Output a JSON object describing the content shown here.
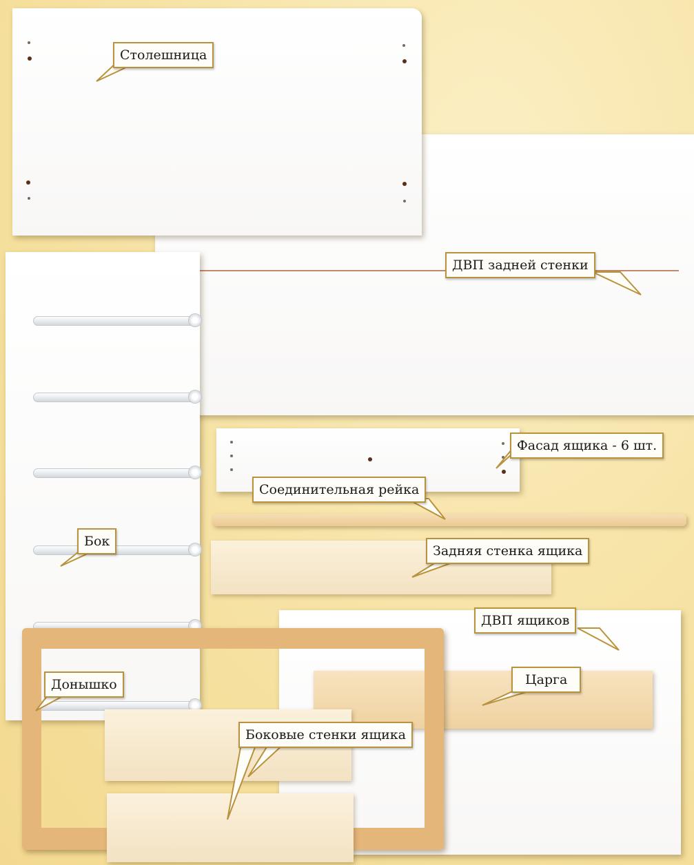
{
  "labels": {
    "countertop": "Столешница",
    "back_panel": "ДВП задней стенки",
    "drawer_front": "Фасад ящика - 6 шт.",
    "connecting_rail": "Соединительная рейка",
    "drawer_back": "Задняя стенка ящика",
    "side": "Бок",
    "drawer_bottoms": "ДВП ящиков",
    "apron": "Царга",
    "bottom": "Донышко",
    "drawer_sides": "Боковые стенки ящика"
  },
  "colors": {
    "background": "#f7e4a8",
    "callout_border": "#b8923c",
    "wood": "#ecc992"
  }
}
